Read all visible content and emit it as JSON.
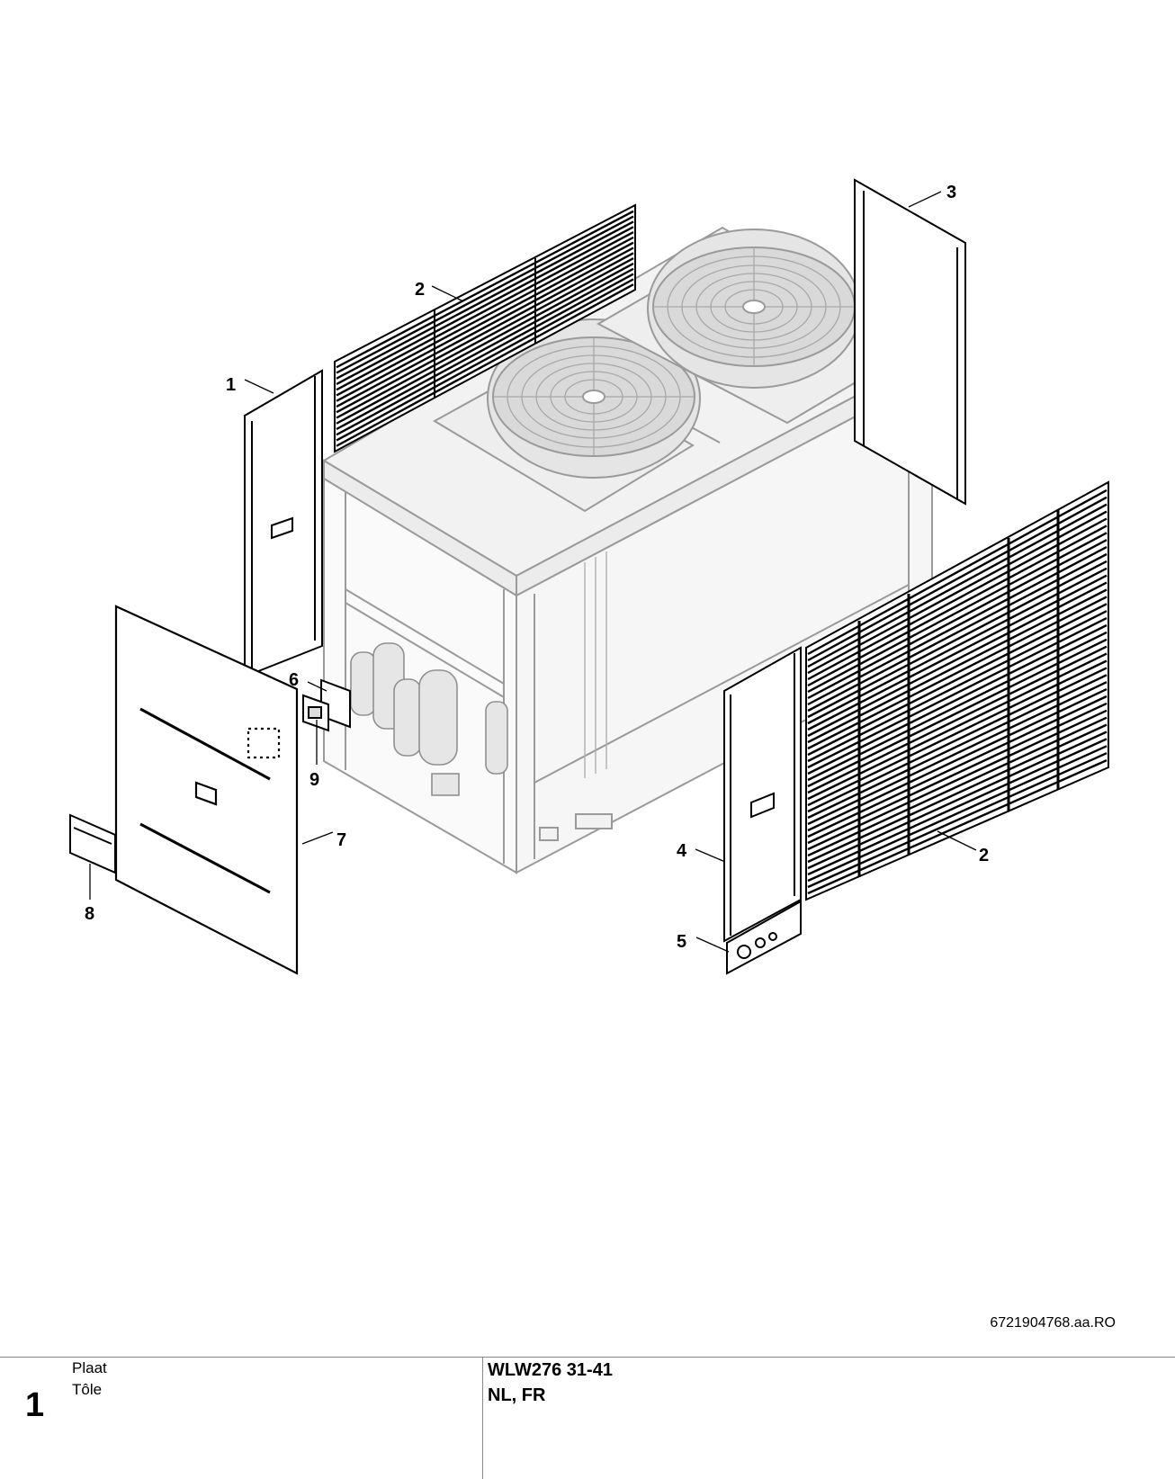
{
  "drawing": {
    "callouts": [
      "1",
      "2",
      "3",
      "4",
      "5",
      "6",
      "7",
      "8",
      "9",
      "2"
    ],
    "reference_code": "6721904768.aa.RO"
  },
  "footer": {
    "page_number": "1",
    "title_nl": "Plaat",
    "title_fr": "Tôle",
    "model": "WLW276 31-41",
    "countries": "NL, FR"
  },
  "colors": {
    "line": "#000000",
    "unit_line": "#9a9a9a",
    "unit_fill": "#f2f2f2",
    "fan_fill": "#d9d9d9"
  }
}
